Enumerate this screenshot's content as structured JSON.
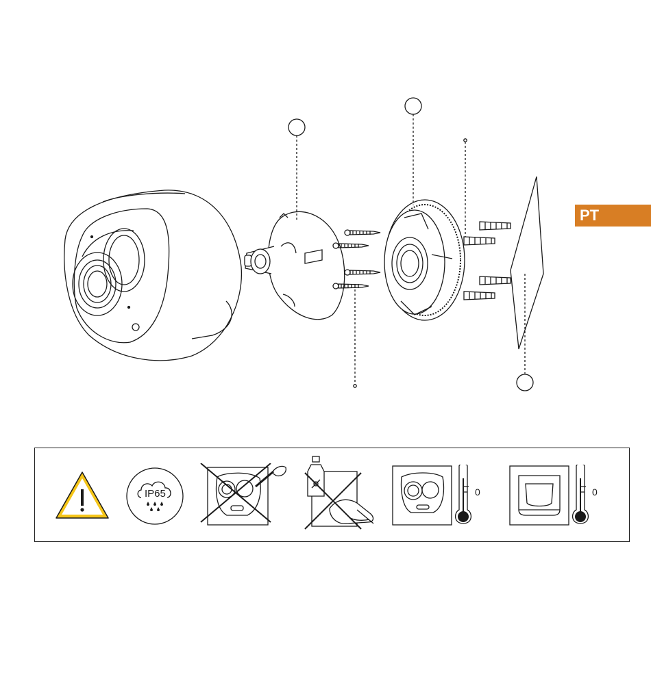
{
  "language_tab": "PT",
  "icons": {
    "ip_rating": "IP65",
    "camera_temp_value": "0",
    "base_temp_value": "0",
    "names": [
      "warning-triangle-icon",
      "ip65-cloud-rain-icon",
      "no-disassemble-icon",
      "no-chemical-cleaning-icon",
      "camera-temperature-icon",
      "base-station-temperature-icon"
    ]
  },
  "colors": {
    "accent": "#d87e24",
    "warning_yellow": "#f5c518",
    "line": "#1a1a1a"
  }
}
